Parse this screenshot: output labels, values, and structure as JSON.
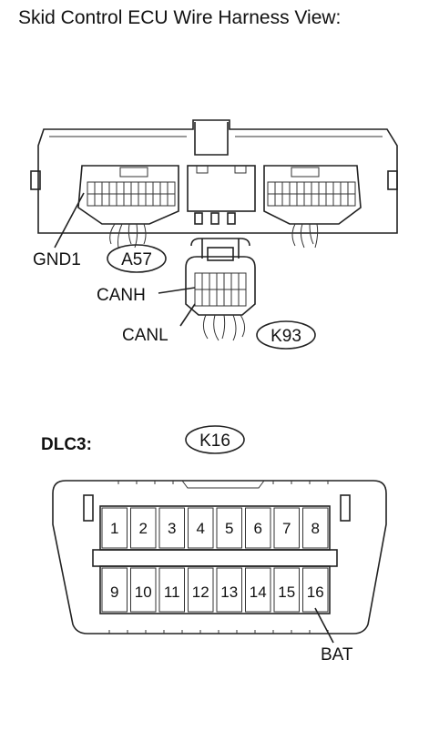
{
  "title": "Skid Control ECU Wire Harness View:",
  "dlc3": {
    "label": "DLC3:",
    "connector_id": "K16",
    "top_pins": [
      "1",
      "2",
      "3",
      "4",
      "5",
      "6",
      "7",
      "8"
    ],
    "bottom_pins": [
      "9",
      "10",
      "11",
      "12",
      "13",
      "14",
      "15",
      "16"
    ],
    "bat_label": "BAT"
  },
  "ecu": {
    "connector_id": "A57",
    "gnd_label": "GND1"
  },
  "k93": {
    "connector_id": "K93",
    "canh_label": "CANH",
    "canl_label": "CANL"
  }
}
